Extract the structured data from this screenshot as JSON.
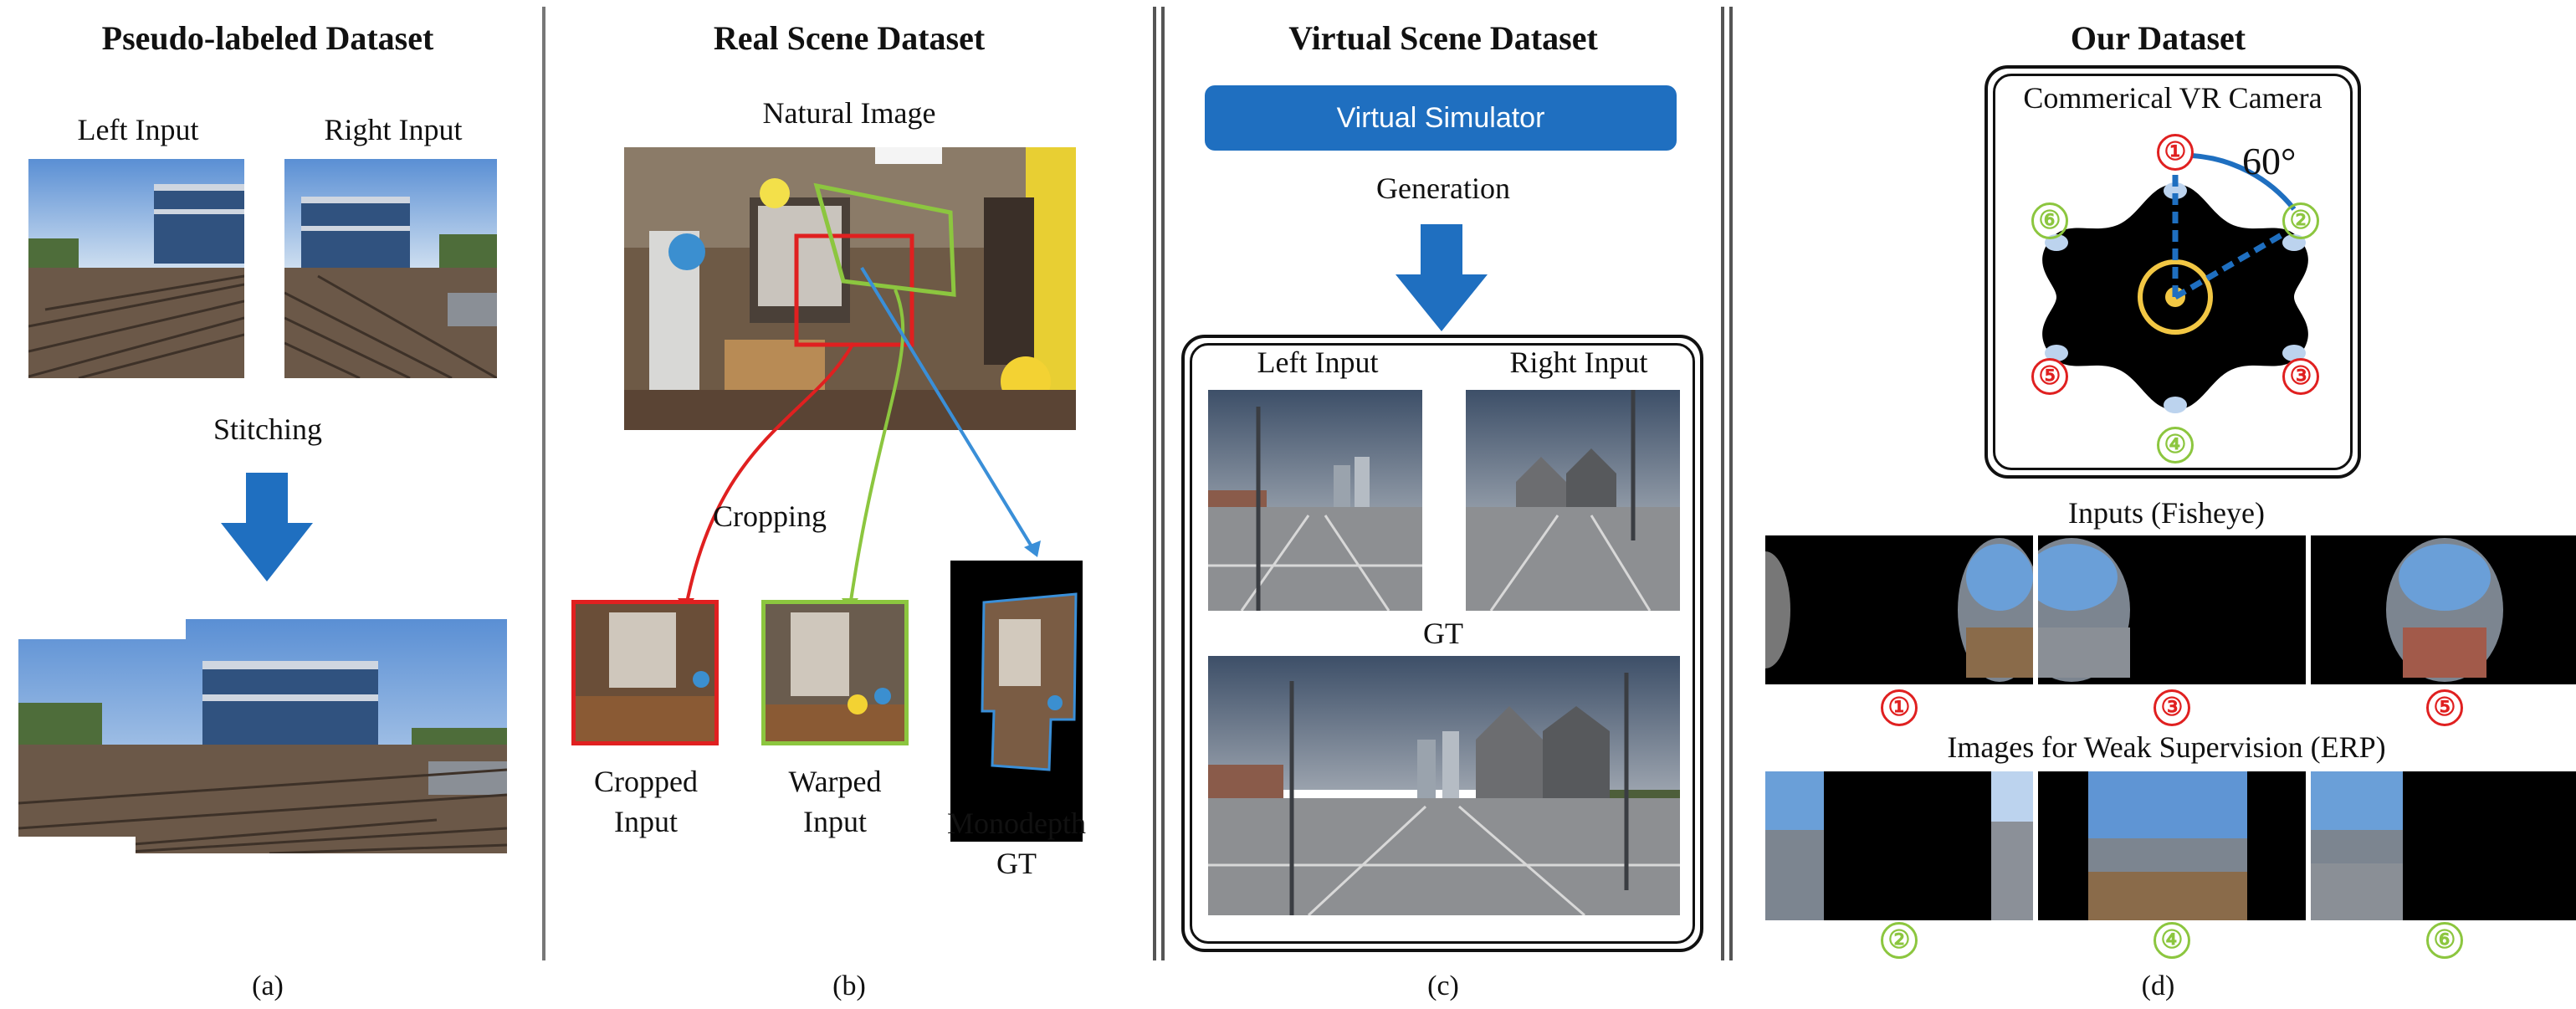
{
  "panel_a": {
    "title": "Pseudo-labeled Dataset",
    "left_input": "Left Input",
    "right_input": "Right Input",
    "stitching": "Stitching",
    "caption": "(a)"
  },
  "panel_b": {
    "title": "Real Scene Dataset",
    "natural_image": "Natural Image",
    "cropping": "Cropping",
    "cropped_input": "Cropped\nInput",
    "warped_input": "Warped\nInput",
    "monodepth_gt": "Monodepth\nGT",
    "caption": "(b)",
    "colors": {
      "crop": "#e02020",
      "warp": "#8cc63f",
      "depth": "#3a8fd8"
    }
  },
  "panel_c": {
    "title": "Virtual Scene Dataset",
    "simulator": "Virtual Simulator",
    "generation": "Generation",
    "left_input": "Left Input",
    "right_input": "Right Input",
    "gt": "GT",
    "caption": "(c)"
  },
  "panel_d": {
    "title": "Our Dataset",
    "camera_label": "Commerical VR Camera",
    "angle": "60°",
    "cameras": [
      "①",
      "②",
      "③",
      "④",
      "⑤",
      "⑥"
    ],
    "inputs_label": "Inputs (Fisheye)",
    "input_ids": [
      "①",
      "③",
      "⑤"
    ],
    "erp_label": "Images for Weak Supervision (ERP)",
    "erp_ids": [
      "②",
      "④",
      "⑥"
    ],
    "caption": "(d)",
    "colors": {
      "odd": "#e02020",
      "even": "#8cc63f",
      "accent": "#1f6fc0",
      "ring": "#f2c744"
    }
  }
}
